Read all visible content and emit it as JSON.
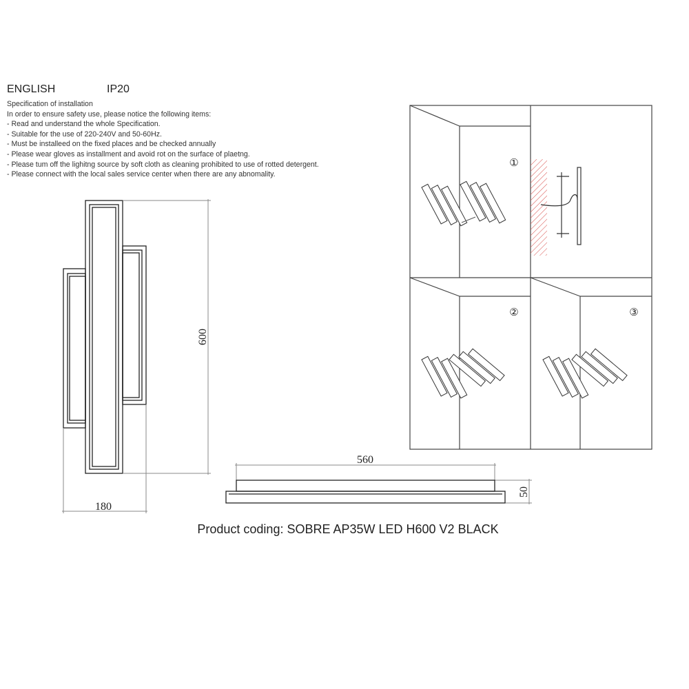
{
  "header": {
    "language": "ENGLISH",
    "ip_rating": "IP20"
  },
  "specification": {
    "title": "Specification of installation",
    "intro": "In order to ensure safety use, please notice the following items:",
    "items": [
      "- Read and understand the whole Specification.",
      "- Suitable for the use of 220-240V and 50-60Hz.",
      "- Must be installeed on the fixed places and be checked annually",
      "- Please wear gloves as installment and avoid rot on the surface of plaetng.",
      "- Please tum off the lighitng source by soft cloth as cleaning prohibited to use of rotted detergent.",
      "- Please connect with the local sales service center when there are any abnomality."
    ]
  },
  "dimensions": {
    "height": "600",
    "width": "180",
    "length": "560",
    "depth": "50"
  },
  "steps": [
    "①",
    "②",
    "③"
  ],
  "product_coding": "Product coding: SOBRE AP35W LED H600 V2 BLACK",
  "colors": {
    "hatch": "#d9534f",
    "line": "#222222"
  }
}
